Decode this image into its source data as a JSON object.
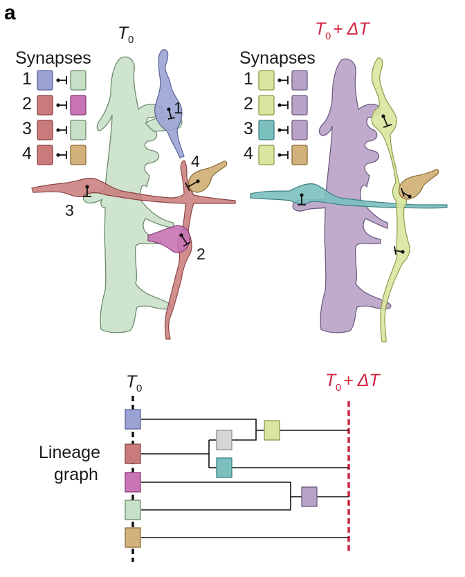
{
  "panel_label": "a",
  "titles": {
    "t0_main": "T",
    "t0_sub": "0",
    "t1_main": "T",
    "t1_sub": "0",
    "t1_rest": "+ ΔT"
  },
  "colors": {
    "blue": "#9aa3d4",
    "green": "#c7dfc6",
    "red": "#c97a7a",
    "magenta": "#c874b5",
    "tan": "#d2b27a",
    "lime": "#d9e6a0",
    "purple": "#b9a2c8",
    "teal": "#7bbfbf",
    "grey": "#d6d6d6",
    "accent_red": "#d0233f"
  },
  "synapses_left": {
    "heading": "Synapses",
    "rows": [
      {
        "num": "1",
        "pre": "blue",
        "post": "green"
      },
      {
        "num": "2",
        "pre": "red",
        "post": "magenta"
      },
      {
        "num": "3",
        "pre": "red",
        "post": "green"
      },
      {
        "num": "4",
        "pre": "red",
        "post": "tan"
      }
    ]
  },
  "synapses_right": {
    "heading": "Synapses",
    "rows": [
      {
        "num": "1",
        "pre": "lime",
        "post": "purple"
      },
      {
        "num": "2",
        "pre": "lime",
        "post": "purple"
      },
      {
        "num": "3",
        "pre": "teal",
        "post": "purple"
      },
      {
        "num": "4",
        "pre": "lime",
        "post": "tan"
      }
    ]
  },
  "diagram_labels": [
    "1",
    "2",
    "3",
    "4"
  ],
  "lineage": {
    "label_line1": "Lineage",
    "label_line2": "graph",
    "t0_main": "T",
    "t0_sub": "0",
    "t1_main": "T",
    "t1_sub": "0",
    "t1_rest": "+ ΔT"
  }
}
